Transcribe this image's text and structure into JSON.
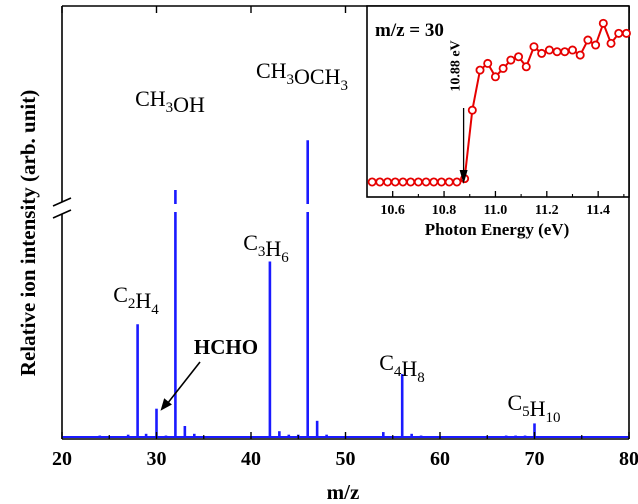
{
  "colors": {
    "main_series": "#1a1aff",
    "inset_series": "#e60000",
    "axes": "#000000"
  },
  "chart_data": [
    {
      "type": "bar",
      "title": "",
      "xlabel": "m/z",
      "ylabel": "Relative ion intensity (arb. unit)",
      "xlim": [
        20,
        80
      ],
      "x_ticks": [
        "20",
        "30",
        "40",
        "50",
        "60",
        "70",
        "80"
      ],
      "axis_break": true,
      "y_units": "relative (0 = baseline, 1 = top of axis)",
      "series": [
        {
          "points": [
            [
              24,
              0.008
            ],
            [
              27,
              0.01
            ],
            [
              28,
              0.265
            ],
            [
              28.9,
              0.012
            ],
            [
              30,
              0.07
            ],
            [
              31,
              0.008
            ],
            [
              32,
              0.575
            ],
            [
              33,
              0.03
            ],
            [
              34,
              0.012
            ],
            [
              42,
              0.41
            ],
            [
              43,
              0.018
            ],
            [
              44,
              0.01
            ],
            [
              45,
              0.01
            ],
            [
              46,
              0.69
            ],
            [
              47,
              0.042
            ],
            [
              48,
              0.01
            ],
            [
              54,
              0.016
            ],
            [
              56,
              0.15
            ],
            [
              57,
              0.012
            ],
            [
              58,
              0.008
            ],
            [
              67,
              0.008
            ],
            [
              68,
              0.008
            ],
            [
              69,
              0.008
            ],
            [
              70,
              0.036
            ],
            [
              72,
              0.006
            ]
          ]
        }
      ],
      "annotations": [
        {
          "label_main": "CH",
          "label_sub1": "3",
          "label_mid": "OH",
          "label_sub2": "",
          "label_end": "",
          "x": 32
        },
        {
          "label_main": "CH",
          "label_sub1": "3",
          "label_mid": "OCH",
          "label_sub2": "3",
          "label_end": "",
          "x": 46
        },
        {
          "label_main": "C",
          "label_sub1": "2",
          "label_mid": "H",
          "label_sub2": "4",
          "label_end": "",
          "x": 28
        },
        {
          "label_main": "C",
          "label_sub1": "3",
          "label_mid": "H",
          "label_sub2": "6",
          "label_end": "",
          "x": 42
        },
        {
          "label_main": "C",
          "label_sub1": "4",
          "label_mid": "H",
          "label_sub2": "8",
          "label_end": "",
          "x": 56
        },
        {
          "label_main": "C",
          "label_sub1": "5",
          "label_mid": "H",
          "label_sub2": "10",
          "label_end": "",
          "x": 70
        }
      ],
      "arrow_annotation": {
        "label": "HCHO",
        "points_to_x": 30
      }
    },
    {
      "type": "scatter",
      "inset": true,
      "title": "m/z = 30",
      "xlabel": "Photon Energy (eV)",
      "ylabel": "",
      "xlim": [
        10.5,
        11.52
      ],
      "x_ticks": [
        "10.6",
        "10.8",
        "11.0",
        "11.2",
        "11.4"
      ],
      "ylim": [
        0,
        1
      ],
      "threshold": {
        "label": "10.88 eV",
        "x": 10.88
      },
      "series": [
        {
          "x": [
            10.52,
            10.55,
            10.58,
            10.61,
            10.64,
            10.67,
            10.7,
            10.73,
            10.76,
            10.79,
            10.82,
            10.85,
            10.88,
            10.91,
            10.94,
            10.97,
            11.0,
            11.03,
            11.06,
            11.09,
            11.12,
            11.15,
            11.18,
            11.21,
            11.24,
            11.27,
            11.3,
            11.33,
            11.36,
            11.39,
            11.42,
            11.45,
            11.48,
            11.51
          ],
          "y": [
            0.03,
            0.03,
            0.03,
            0.03,
            0.03,
            0.03,
            0.03,
            0.03,
            0.03,
            0.03,
            0.03,
            0.03,
            0.05,
            0.46,
            0.7,
            0.74,
            0.66,
            0.71,
            0.76,
            0.78,
            0.72,
            0.84,
            0.8,
            0.82,
            0.81,
            0.81,
            0.82,
            0.79,
            0.88,
            0.85,
            0.98,
            0.86,
            0.92,
            0.92
          ]
        }
      ]
    }
  ]
}
